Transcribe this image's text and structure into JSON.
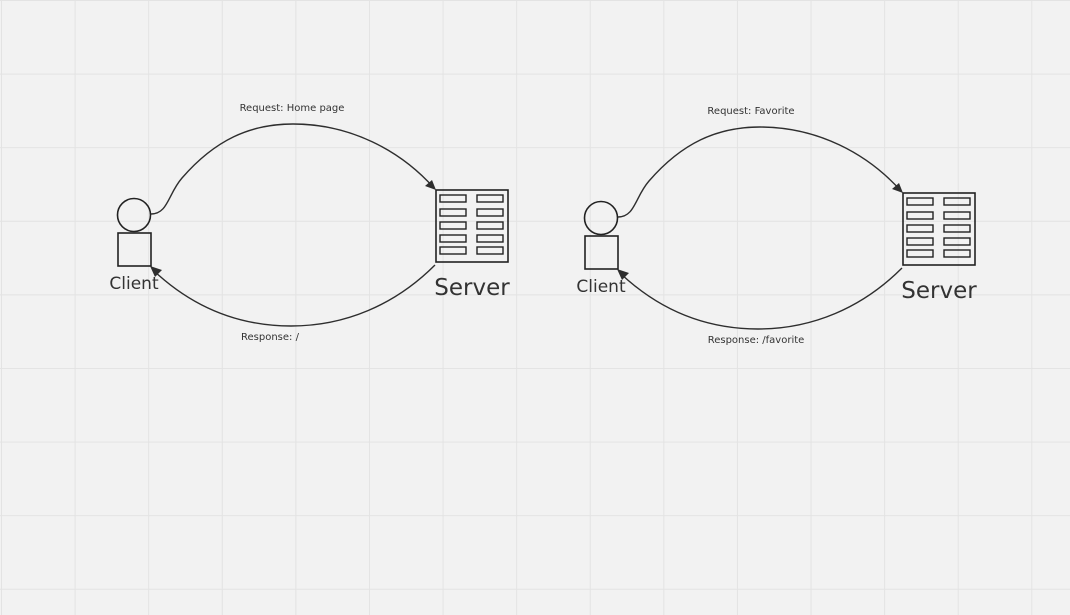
{
  "diagrams": [
    {
      "client_label": "Client",
      "server_label": "Server",
      "request_label": "Request: Home page",
      "response_label": "Response: /"
    },
    {
      "client_label": "Client",
      "server_label": "Server",
      "request_label": "Request: Favorite",
      "response_label": "Response: /favorite"
    }
  ],
  "colors": {
    "background": "#f2f2f2",
    "grid": "#e3e3e3",
    "stroke": "#222222"
  },
  "icons": [
    "client-person-icon",
    "server-rack-icon"
  ]
}
